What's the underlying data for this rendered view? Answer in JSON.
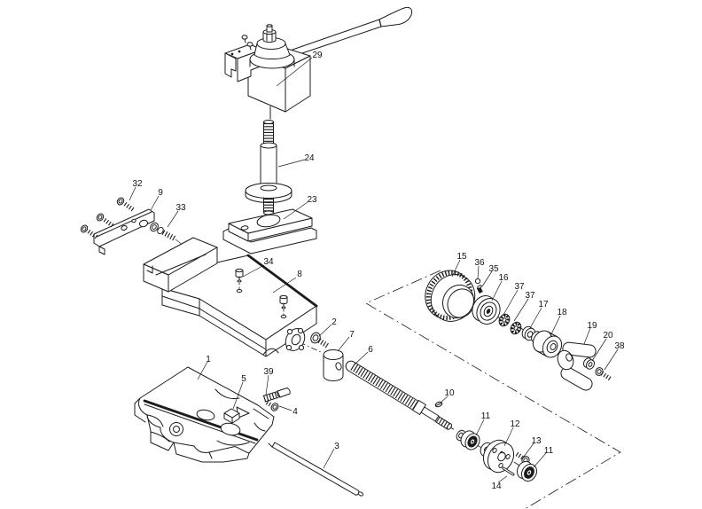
{
  "diagram": {
    "type": "exploded-parts-diagram",
    "subject": "lathe compound rest and tool post assembly",
    "colors": {
      "background": "#ffffff",
      "line": "#1c1c1c"
    },
    "labels": [
      {
        "text": "29"
      },
      {
        "text": "24"
      },
      {
        "text": "23"
      },
      {
        "text": "32"
      },
      {
        "text": "9"
      },
      {
        "text": "33"
      },
      {
        "text": "34"
      },
      {
        "text": "8"
      },
      {
        "text": "2"
      },
      {
        "text": "7"
      },
      {
        "text": "6"
      },
      {
        "text": "1"
      },
      {
        "text": "5"
      },
      {
        "text": "39"
      },
      {
        "text": "4"
      },
      {
        "text": "3"
      },
      {
        "text": "10"
      },
      {
        "text": "11"
      },
      {
        "text": "12"
      },
      {
        "text": "13"
      },
      {
        "text": "11"
      },
      {
        "text": "14"
      },
      {
        "text": "15"
      },
      {
        "text": "36"
      },
      {
        "text": "35"
      },
      {
        "text": "16"
      },
      {
        "text": "37"
      },
      {
        "text": "37"
      },
      {
        "text": "17"
      },
      {
        "text": "18"
      },
      {
        "text": "19"
      },
      {
        "text": "20"
      },
      {
        "text": "38"
      }
    ]
  }
}
